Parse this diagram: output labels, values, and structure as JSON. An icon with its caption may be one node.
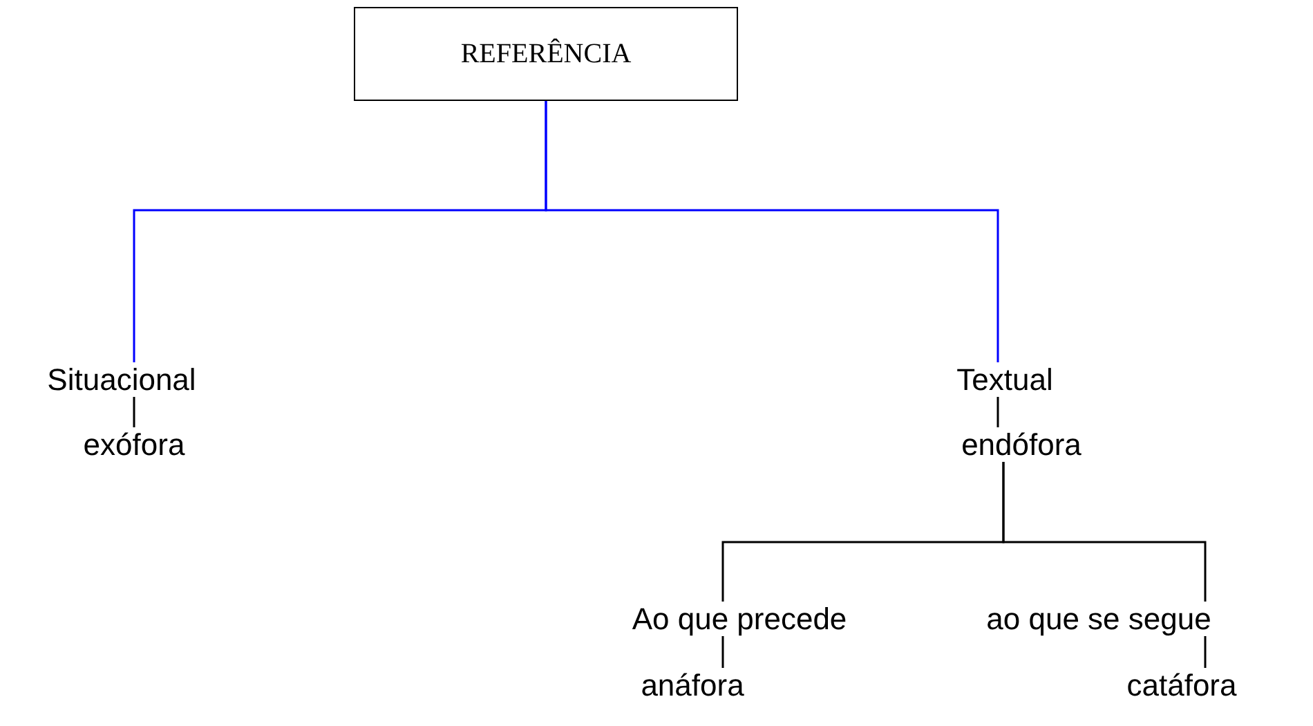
{
  "diagram": {
    "nodes": [
      {
        "text": [
          "REFERÊNCIA"
        ]
      },
      {
        "text": [
          "Situacional"
        ]
      },
      {
        "text": [
          "exófora"
        ]
      },
      {
        "text": [
          "Textual"
        ]
      },
      {
        "text": [
          "endófora"
        ]
      },
      {
        "text": [
          "Ao que precede"
        ]
      },
      {
        "text": [
          "ao que se segue"
        ]
      },
      {
        "text": [
          "anáfora"
        ]
      },
      {
        "text": [
          "catáfora"
        ]
      }
    ],
    "edges": [
      {
        "from": 0,
        "to": 1,
        "arrow": "none",
        "color": "#0000ff"
      },
      {
        "from": 0,
        "to": 3,
        "arrow": "none",
        "color": "#0000ff"
      },
      {
        "from": 1,
        "to": 2,
        "arrow": "none"
      },
      {
        "from": 3,
        "to": 4,
        "arrow": "none"
      },
      {
        "from": 4,
        "to": 5,
        "arrow": "none"
      },
      {
        "from": 4,
        "to": 6,
        "arrow": "none"
      },
      {
        "from": 5,
        "to": 7,
        "arrow": "none"
      },
      {
        "from": 6,
        "to": 8,
        "arrow": "none"
      }
    ]
  }
}
